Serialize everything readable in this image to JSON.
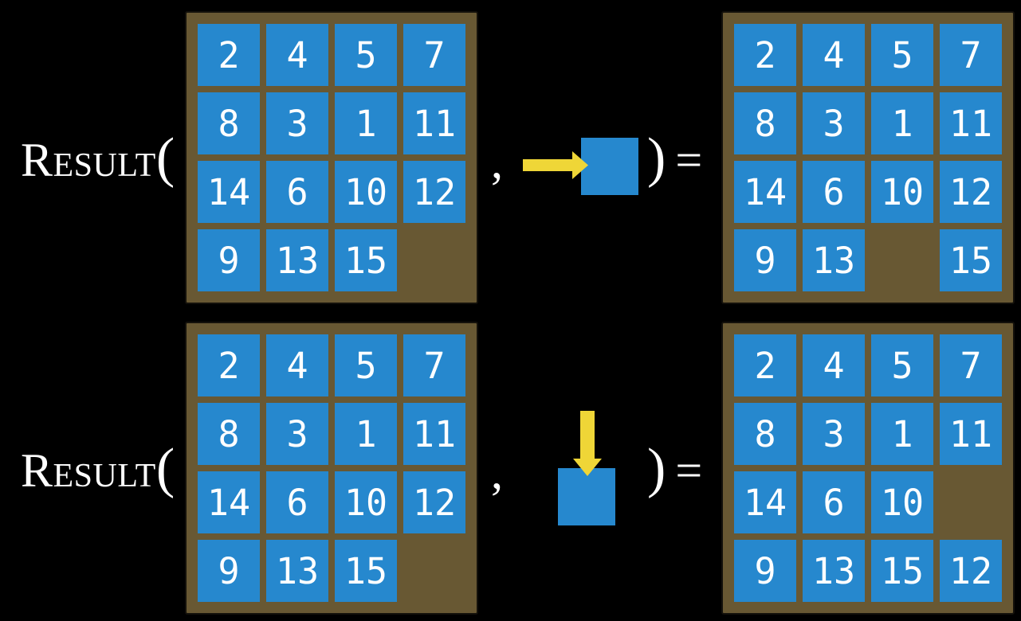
{
  "function": {
    "name": "Result",
    "open_paren": "(",
    "comma": ",",
    "close_paren": ")",
    "equals": "="
  },
  "colors": {
    "background": "#000000",
    "board": "#685833",
    "board_border": "#14110b",
    "tile": "#2688CE",
    "tile_text": "#FFFFFF",
    "arrow": "#EFD637",
    "label_text": "#FFFFFF"
  },
  "examples": [
    {
      "id": "slide-right-example",
      "action_direction": "right",
      "input_grid": [
        2,
        4,
        5,
        7,
        8,
        3,
        1,
        11,
        14,
        6,
        10,
        12,
        9,
        13,
        15,
        null
      ],
      "output_grid": [
        2,
        4,
        5,
        7,
        8,
        3,
        1,
        11,
        14,
        6,
        10,
        12,
        9,
        13,
        null,
        15
      ]
    },
    {
      "id": "slide-down-example",
      "action_direction": "down",
      "input_grid": [
        2,
        4,
        5,
        7,
        8,
        3,
        1,
        11,
        14,
        6,
        10,
        12,
        9,
        13,
        15,
        null
      ],
      "output_grid": [
        2,
        4,
        5,
        7,
        8,
        3,
        1,
        11,
        14,
        6,
        10,
        null,
        9,
        13,
        15,
        12
      ]
    }
  ]
}
